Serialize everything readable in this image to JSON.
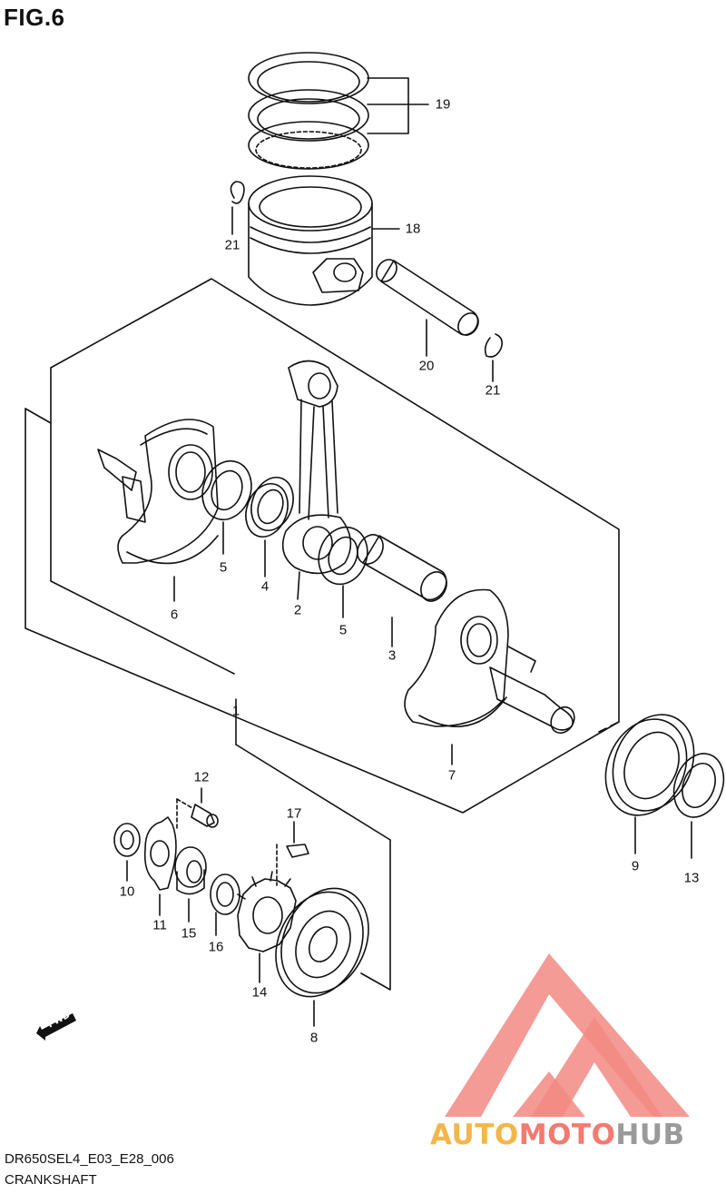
{
  "figure": {
    "title": "FIG.6"
  },
  "footer": {
    "model_code": "DR650SEL4_E03_E28_006",
    "group_name": "CRANKSHAFT"
  },
  "direction_badge": {
    "text": "FWD"
  },
  "watermark": {
    "part1": "AUTO",
    "part2": "MOTO",
    "part3": "HUB",
    "colors": {
      "auto": "#f4b54a",
      "moto": "#f27a70",
      "hub": "#9a9a9a",
      "triangle": "#f28a83"
    }
  },
  "callouts": [
    {
      "key": "c19",
      "text": "19"
    },
    {
      "key": "c18",
      "text": "18"
    },
    {
      "key": "c21a",
      "text": "21"
    },
    {
      "key": "c20",
      "text": "20"
    },
    {
      "key": "c21b",
      "text": "21"
    },
    {
      "key": "c5a",
      "text": "5"
    },
    {
      "key": "c4",
      "text": "4"
    },
    {
      "key": "c6",
      "text": "6"
    },
    {
      "key": "c2",
      "text": "2"
    },
    {
      "key": "c5b",
      "text": "5"
    },
    {
      "key": "c3",
      "text": "3"
    },
    {
      "key": "c1",
      "text": "1"
    },
    {
      "key": "c7",
      "text": "7"
    },
    {
      "key": "c9",
      "text": "9"
    },
    {
      "key": "c13",
      "text": "13"
    },
    {
      "key": "c12",
      "text": "12"
    },
    {
      "key": "c17",
      "text": "17"
    },
    {
      "key": "c10",
      "text": "10"
    },
    {
      "key": "c11",
      "text": "11"
    },
    {
      "key": "c15",
      "text": "15"
    },
    {
      "key": "c16",
      "text": "16"
    },
    {
      "key": "c14",
      "text": "14"
    },
    {
      "key": "c8",
      "text": "8"
    }
  ]
}
